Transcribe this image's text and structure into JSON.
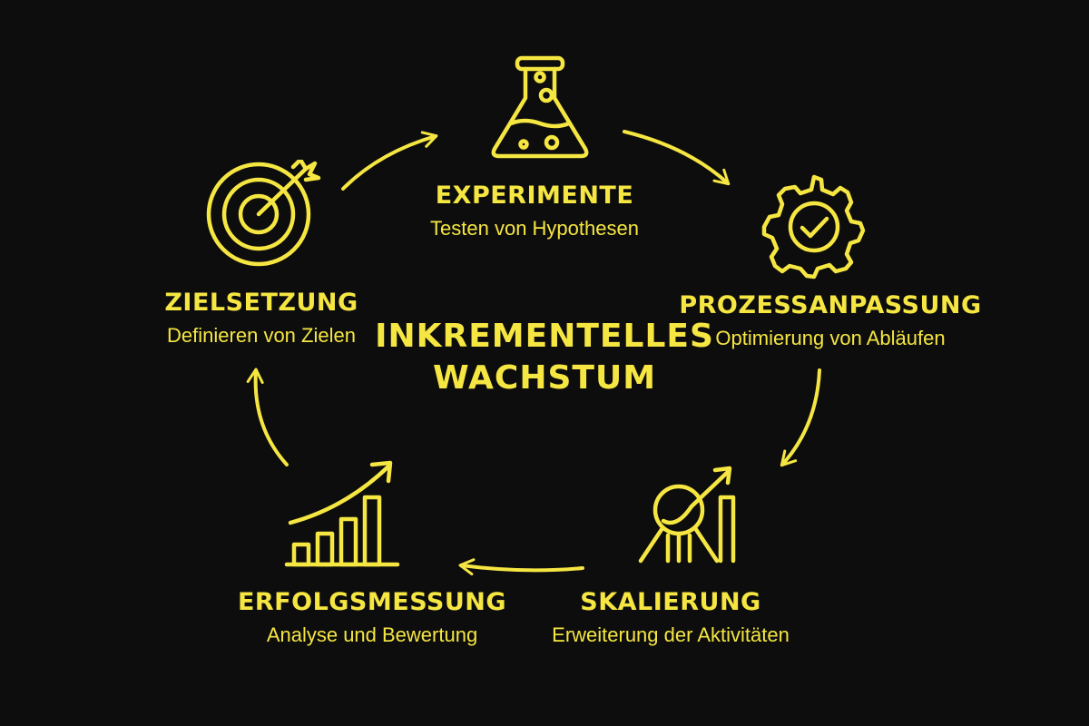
{
  "diagram": {
    "center_title": [
      "INKREMENTELLES",
      "WACHSTUM"
    ],
    "steps": [
      {
        "title": "EXPERIMENTE",
        "subtitle": "Testen von Hypothesen",
        "icon": "flask-icon"
      },
      {
        "title": "PROZESSANPASSUNG",
        "subtitle": "Optimierung von Abläufen",
        "icon": "gear-check-icon"
      },
      {
        "title": "SKALIERUNG",
        "subtitle": "Erweiterung der Aktivitäten",
        "icon": "magnifier-chart-icon"
      },
      {
        "title": "ERFOLGSMESSUNG",
        "subtitle": "Analyse und Bewertung",
        "icon": "growth-bar-chart-icon"
      },
      {
        "title": "ZIELSETZUNG",
        "subtitle": "Definieren von Zielen",
        "icon": "target-arrow-icon"
      }
    ],
    "colors": {
      "background": "#0d0d0d",
      "accent": "#f5e642"
    }
  }
}
